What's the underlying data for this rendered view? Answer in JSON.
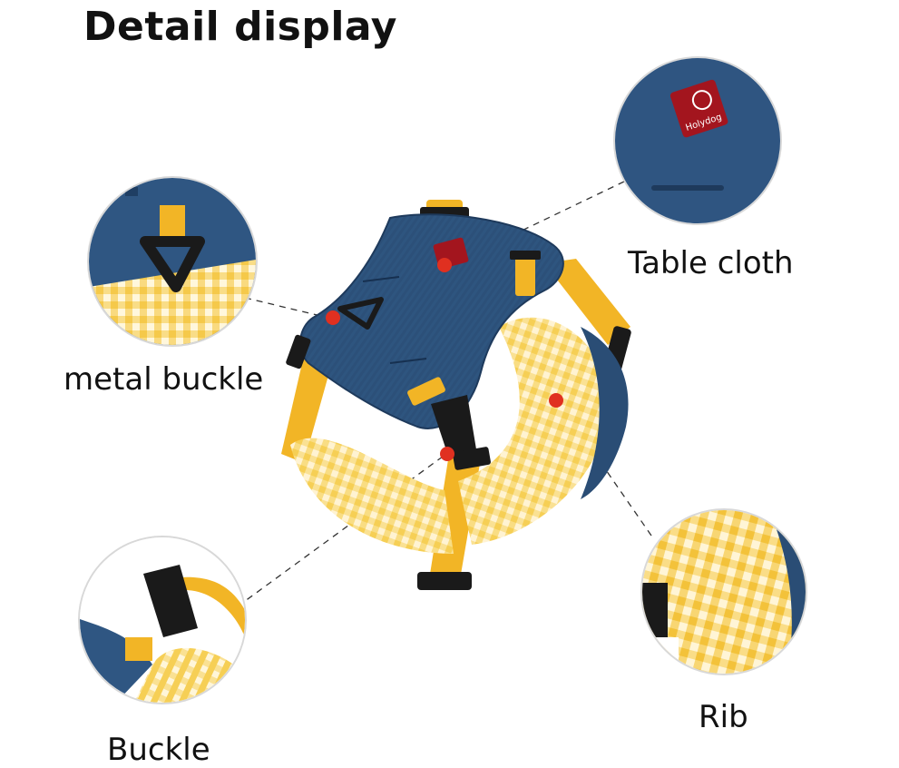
{
  "header": {
    "title": "Detail display"
  },
  "callouts": {
    "metal_buckle": "metal buckle",
    "table_cloth": "Table cloth",
    "buckle": "Buckle",
    "rib": "Rib"
  },
  "brand": {
    "tag_text": "Holydog"
  },
  "colors": {
    "denim": "#2a4d75",
    "denim_dark": "#1e3a5c",
    "yellow": "#f2b526",
    "check_yellow": "#f4c43c",
    "check_light": "#fbe7a0",
    "black": "#1a1a1a",
    "red_dot": "#e03020",
    "tag_red": "#a3151e"
  }
}
